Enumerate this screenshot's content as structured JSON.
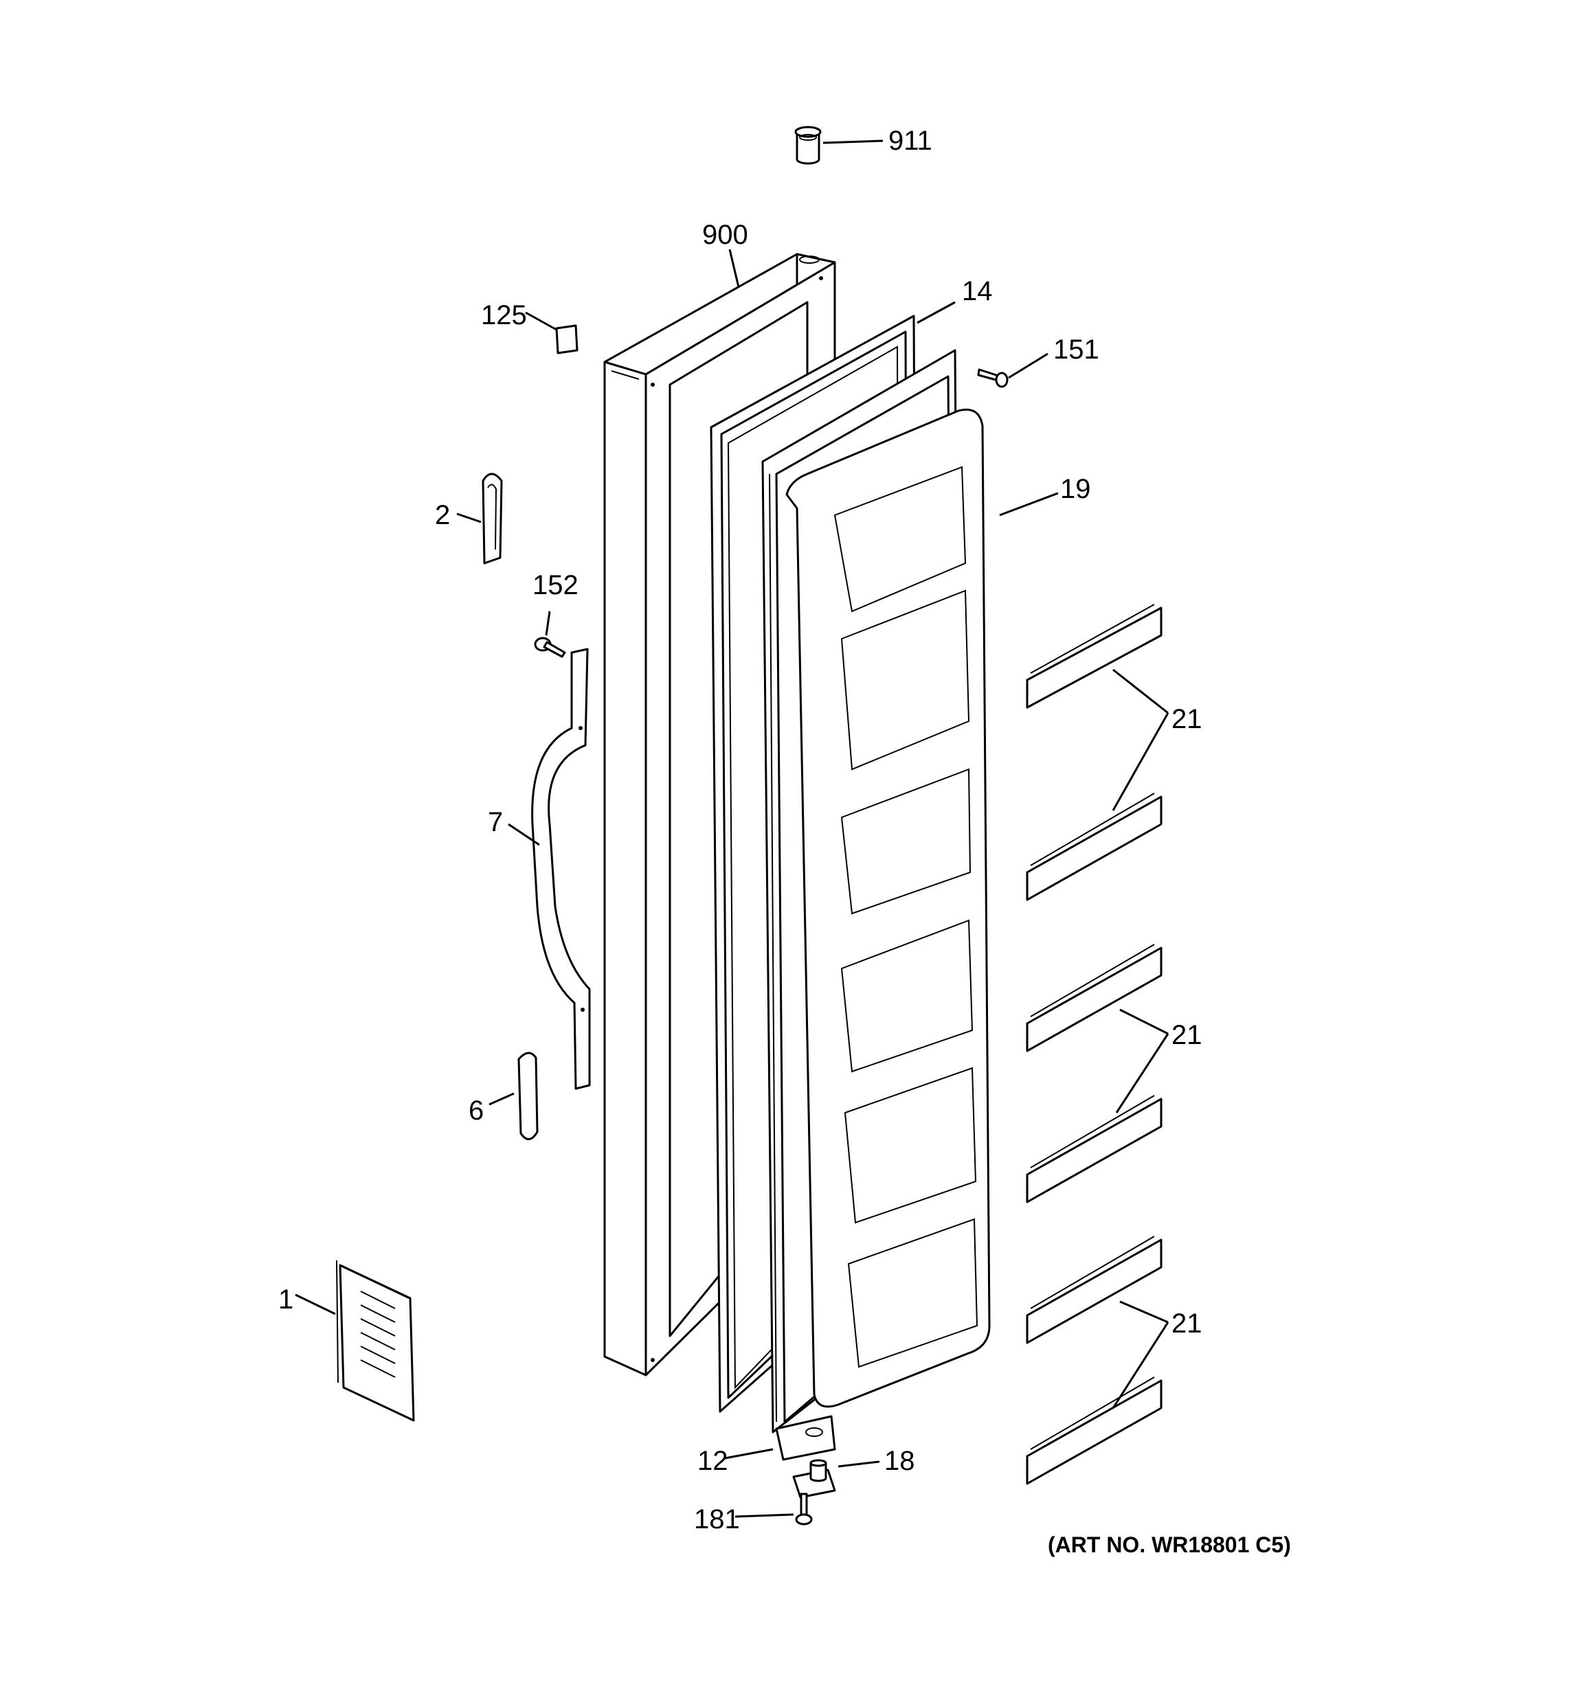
{
  "callouts": {
    "c911": "911",
    "c900": "900",
    "c14": "14",
    "c125": "125",
    "c151": "151",
    "c2": "2",
    "c19": "19",
    "c152": "152",
    "c21a": "21",
    "c7": "7",
    "c21b": "21",
    "c6": "6",
    "c1": "1",
    "c21c": "21",
    "c12": "12",
    "c18": "18",
    "c181": "181"
  },
  "art_number": "(ART NO. WR18801 C5)"
}
